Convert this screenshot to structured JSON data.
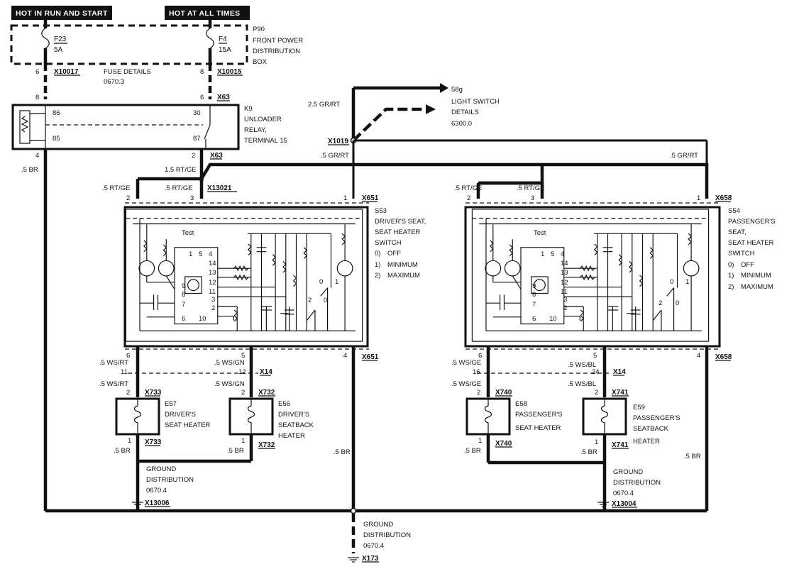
{
  "headers": {
    "left": "HOT IN RUN AND START",
    "right": "HOT AT ALL TIMES"
  },
  "fusebox": {
    "f23_id": "F23",
    "f23_rating": "5A",
    "f4_id": "F4",
    "f4_rating": "15A",
    "box_id": "P90",
    "box_line1": "FRONT POWER",
    "box_line2": "DISTRIBUTION",
    "box_line3": "BOX",
    "pin6": "6",
    "pin8": "8",
    "conn_left": "X10017",
    "conn_right": "X10015",
    "fuse_details_1": "FUSE DETAILS",
    "fuse_details_2": "0670.3"
  },
  "relay": {
    "pin_top_left": "8",
    "pin_top_right": "6",
    "conn_top": "X63",
    "id": "K9",
    "line1": "UNLOADER",
    "line2": "RELAY,",
    "line3": "TERMINAL 15",
    "t86": "86",
    "t85": "85",
    "t30": "30",
    "t87": "87",
    "pin4": "4",
    "pin2": "2",
    "conn_bottom": "X63"
  },
  "light_switch": {
    "wire": "2.5 GR/RT",
    "id": "58g",
    "line1": "LIGHT SWITCH",
    "line2": "DETAILS",
    "line3": "6300.0",
    "conn": "X1019"
  },
  "wires": {
    "br_left": ".5 BR",
    "rt_ge_15": "1.5 RT/GE",
    "gr_rt_mid": ".5 GR/RT",
    "gr_rt_right": ".5 GR/RT",
    "rt_ge_a": ".5 RT/GE",
    "rt_ge_b": ".5 RT/GE",
    "rt_ge_c": ".5 RT/GE",
    "rt_ge_d": ".5 RT/GE",
    "splice": "X13021",
    "br_center": ".5 BR",
    "br_right": ".5 BR"
  },
  "driver_switch": {
    "pin2": "2",
    "pin3": "3",
    "pin1": "1",
    "conn": "X651",
    "id": "S53",
    "line1": "DRIVER'S SEAT,",
    "line2": "SEAT HEATER",
    "line3": "SWITCH",
    "opt0": "0)",
    "opt0_label": "OFF",
    "opt1": "1)",
    "opt1_label": "MINIMUM",
    "opt2": "2)",
    "opt2_label": "MAXIMUM",
    "test": "Test",
    "ic_1": "1",
    "ic_5": "5",
    "ic_4": "4",
    "ic_14": "14",
    "ic_13": "13",
    "ic_12": "12",
    "ic_11": "11",
    "ic_9": "9",
    "ic_8": "8",
    "ic_7": "7",
    "ic_3": "3",
    "ic_2": "2",
    "ic_6": "6",
    "ic_10": "10",
    "sw_0": "0",
    "sw_1": "1",
    "sw_2": "2",
    "sw_0b": "0",
    "bottom_pin6": "6",
    "bottom_pin5": "5",
    "bottom_pin4": "4",
    "bottom_conn": "X651"
  },
  "passenger_switch": {
    "pin2": "2",
    "pin3": "3",
    "pin1": "1",
    "conn": "X658",
    "id": "S54",
    "line1": "PASSENGER'S",
    "line2": "SEAT,",
    "line3": "SEAT HEATER",
    "line4": "SWITCH",
    "opt0": "0)",
    "opt0_label": "OFF",
    "opt1": "1)",
    "opt1_label": "MINIMUM",
    "opt2": "2)",
    "opt2_label": "MAXIMUM",
    "test": "Test",
    "ic_1": "1",
    "ic_5": "5",
    "ic_4": "4",
    "ic_14": "14",
    "ic_13": "13",
    "ic_12": "12",
    "ic_11": "11",
    "ic_9": "9",
    "ic_8": "8",
    "ic_7": "7",
    "ic_3": "3",
    "ic_2": "2",
    "ic_6": "6",
    "ic_10": "10",
    "sw_0": "0",
    "sw_1": "1",
    "sw_2": "2",
    "sw_0b": "0",
    "bottom_pin6": "6",
    "bottom_pin5": "5",
    "bottom_pin4": "4",
    "bottom_conn": "X658"
  },
  "driver_heaters": {
    "w1": ".5 WS/RT",
    "p11": "11",
    "w2": ".5 WS/GN",
    "p12": "12",
    "x14": "X14",
    "w3": ".5 WS/RT",
    "w4": ".5 WS/GN",
    "p2a": "2",
    "p2b": "2",
    "conn_a": "X733",
    "conn_b": "X732",
    "e57_id": "E57",
    "e57_l1": "DRIVER'S",
    "e57_l2": "SEAT HEATER",
    "e56_id": "E56",
    "e56_l1": "DRIVER'S",
    "e56_l2": "SEATBACK",
    "e56_l3": "HEATER",
    "p1a": "1",
    "p1b": "1",
    "br_a": ".5 BR",
    "br_b": ".5 BR",
    "conn_a2": "X733",
    "conn_b2": "X732",
    "gnd_l1": "GROUND",
    "gnd_l2": "DISTRIBUTION",
    "gnd_l3": "0670.4",
    "gnd_conn": "X13006"
  },
  "passenger_heaters": {
    "w1": ".5 WS/GE",
    "p16": "16",
    "w2": ".5 WS/BL",
    "p24": "24",
    "x14": "X14",
    "w3": ".5 WS/GE",
    "w4": ".5 WS/BL",
    "p2a": "2",
    "p2b": "2",
    "conn_a": "X740",
    "conn_b": "X741",
    "e58_id": "E58",
    "e58_l1": "PASSENGER'S",
    "e58_l2": "SEAT HEATER",
    "e59_id": "E59",
    "e59_l1": "PASSENGER'S",
    "e59_l2": "SEATBACK",
    "e59_l3": "HEATER",
    "p1a": "1",
    "p1b": "1",
    "br_a": ".5 BR",
    "br_b": ".5 BR",
    "conn_a2": "X740",
    "conn_b2": "X741",
    "gnd_l1": "GROUND",
    "gnd_l2": "DISTRIBUTION",
    "gnd_l3": "0670.4",
    "gnd_conn": "X13004"
  },
  "main_ground": {
    "l1": "GROUND",
    "l2": "DISTRIBUTION",
    "l3": "0670.4",
    "conn": "X173"
  }
}
